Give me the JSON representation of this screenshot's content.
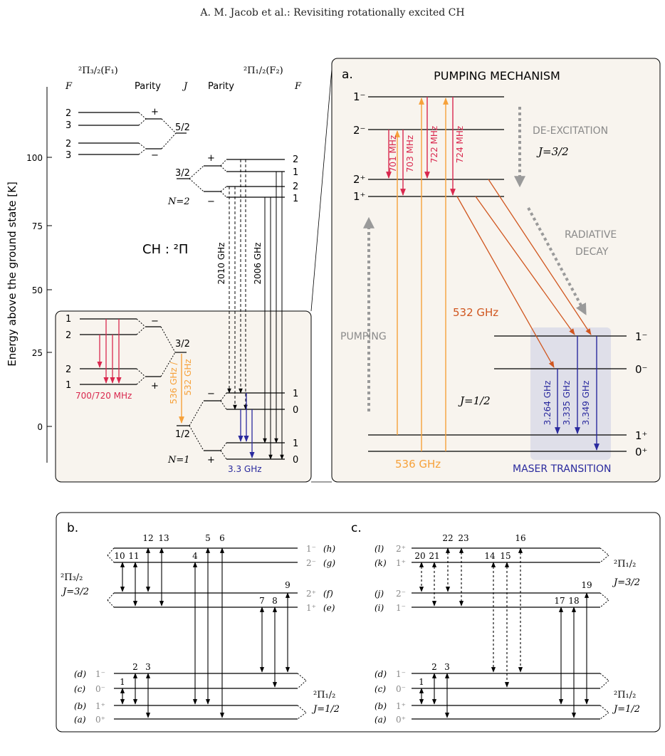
{
  "header": "A. M. Jacob et al.: Revisiting rotationally excited CH",
  "colors": {
    "panel_bg": "#f8f4ee",
    "red": "#d9284e",
    "orange": "#f6a13a",
    "darkorange": "#d0561f",
    "blue": "#2a2a9e",
    "gray": "#9a9a9a",
    "maser_box": "#dcdde8"
  },
  "left_diagram": {
    "ylabel": "Energy above the ground state [K]",
    "yticks": [
      "0",
      "25",
      "50",
      "75",
      "100"
    ],
    "f1_title": "²Π₃/₂(F₁)",
    "f2_title": "²Π₁/₂(F₂)",
    "col_f_left": "F",
    "col_parity_left": "Parity",
    "col_j": "J",
    "col_parity_right": "Parity",
    "col_f_right": "F",
    "ch_label": "CH : ²Π",
    "f1_upper_levels": [
      "2",
      "3",
      "2",
      "3"
    ],
    "f1_upper_parity": [
      "+",
      "−"
    ],
    "j52": "5/2",
    "f2_n2_levels": [
      "2",
      "1",
      "2",
      "1"
    ],
    "f2_n2_parity": [
      "+",
      "−"
    ],
    "j32_n2": "3/2",
    "n2": "N=2",
    "trans_2010": "2010 GHz",
    "trans_2006": "2006 GHz",
    "f1_lower_levels": [
      "1",
      "2",
      "2",
      "1"
    ],
    "f1_lower_parity": [
      "−",
      "+"
    ],
    "j32_low": "3/2",
    "lambda_700": "700/720 MHz",
    "trans_536": "536 GHz /",
    "trans_532": "532 GHz",
    "j12": "1/2",
    "n1": "N=1",
    "f2_n1_levels": [
      "1",
      "0",
      "1",
      "0"
    ],
    "f2_n1_parity": [
      "−",
      "+"
    ],
    "trans_33": "3.3 GHz"
  },
  "panel_a": {
    "label": "a.",
    "title": "PUMPING MECHANISM",
    "levels_upper": [
      "1⁻",
      "2⁻",
      "2⁺",
      "1⁺"
    ],
    "freqs": [
      "701 MHz",
      "703 MHz",
      "722 MHz",
      "724 MHz"
    ],
    "deexcitation": "DE-EXCITATION",
    "j32": "J=3/2",
    "radiative": "RADIATIVE",
    "decay": "DECAY",
    "t532": "532 GHz",
    "pumping": "PUMPING",
    "levels_lower": [
      "1⁻",
      "0⁻",
      "1⁺",
      "0⁺"
    ],
    "j12": "J=1/2",
    "maser_freqs": [
      "3.264 GHz",
      "3.335 GHz",
      "3.349 GHz"
    ],
    "t536": "536 GHz",
    "maser": "MASER TRANSITION"
  },
  "panel_b": {
    "label": "b.",
    "upper_state": "²Π₃/₂",
    "upper_j": "J=3/2",
    "upper_levels": [
      {
        "sym": "1⁻",
        "tag": "(h)"
      },
      {
        "sym": "2⁻",
        "tag": "(g)"
      },
      {
        "sym": "2⁺",
        "tag": "(f)"
      },
      {
        "sym": "1⁺",
        "tag": "(e)"
      }
    ],
    "lower_state": "²Π₁/₂",
    "lower_j": "J=1/2",
    "lower_levels": [
      {
        "tag": "(d)",
        "sym": "1⁻"
      },
      {
        "tag": "(c)",
        "sym": "0⁻"
      },
      {
        "tag": "(b)",
        "sym": "1⁺"
      },
      {
        "tag": "(a)",
        "sym": "0⁺"
      }
    ],
    "transitions": [
      "1",
      "2",
      "3",
      "4",
      "5",
      "6",
      "7",
      "8",
      "9",
      "10",
      "11",
      "12",
      "13"
    ]
  },
  "panel_c": {
    "label": "c.",
    "upper_levels": [
      {
        "tag": "(l)",
        "sym": "2⁺"
      },
      {
        "tag": "(k)",
        "sym": "1⁺"
      },
      {
        "tag": "(j)",
        "sym": "2⁻"
      },
      {
        "tag": "(i)",
        "sym": "1⁻"
      }
    ],
    "upper_state": "²Π₁/₂",
    "upper_j": "J=3/2",
    "lower_levels": [
      {
        "tag": "(d)",
        "sym": "1⁻"
      },
      {
        "tag": "(c)",
        "sym": "0⁻"
      },
      {
        "tag": "(b)",
        "sym": "1⁺"
      },
      {
        "tag": "(a)",
        "sym": "0⁺"
      }
    ],
    "lower_state": "²Π₁/₂",
    "lower_j": "J=1/2",
    "transitions": [
      "1",
      "2",
      "3",
      "14",
      "15",
      "16",
      "17",
      "18",
      "19",
      "20",
      "21",
      "22",
      "23"
    ]
  }
}
